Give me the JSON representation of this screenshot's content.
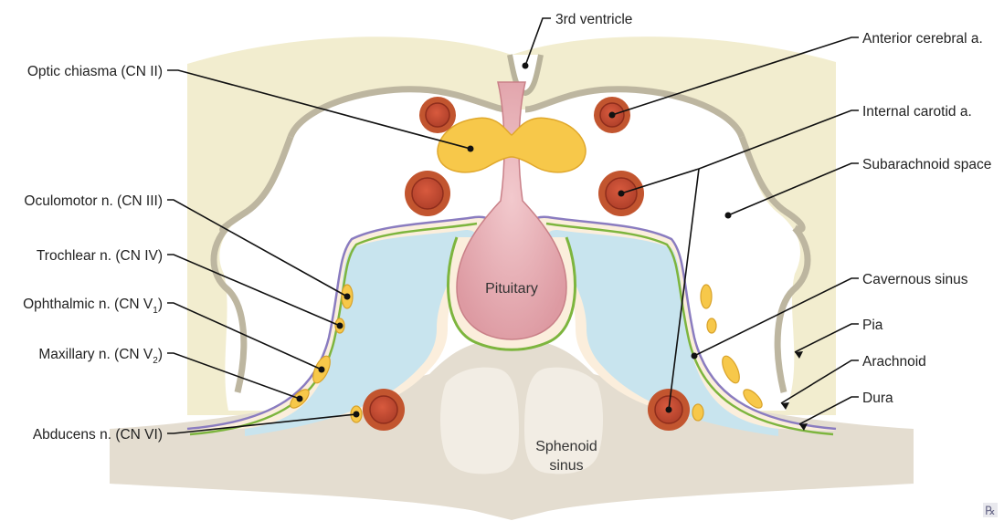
{
  "labels": {
    "third_ventricle": "3rd ventricle",
    "optic_chiasma": "Optic chiasma (CN II)",
    "oculomotor": "Oculomotor n. (CN III)",
    "trochlear": "Trochlear n. (CN IV)",
    "ophthalmic": {
      "text": "Ophthalmic n. (CN V",
      "sub": "1",
      "close": ")"
    },
    "maxillary": {
      "text": "Maxillary n. (CN V",
      "sub": "2",
      "close": ")"
    },
    "abducens": "Abducens n. (CN VI)",
    "anterior_cerebral": "Anterior cerebral a.",
    "internal_carotid": "Internal carotid a.",
    "subarachnoid": "Subarachnoid space",
    "cavernous_sinus": "Cavernous sinus",
    "pia": "Pia",
    "arachnoid": "Arachnoid",
    "dura": "Dura"
  },
  "inline_labels": {
    "pituitary": "Pituitary",
    "sphenoid_line1": "Sphenoid",
    "sphenoid_line2": "sinus"
  },
  "colors": {
    "brain": "#f2edcf",
    "bone": "#e4ddd0",
    "sinus_fill": "#c8e4ee",
    "artery_outer": "#b8432a",
    "nerve": "#f7c84a",
    "pituitary": "#e6a6ad",
    "pia_green": "#7db53e",
    "dura_purple": "#8a7cc0"
  },
  "logo": "℞"
}
